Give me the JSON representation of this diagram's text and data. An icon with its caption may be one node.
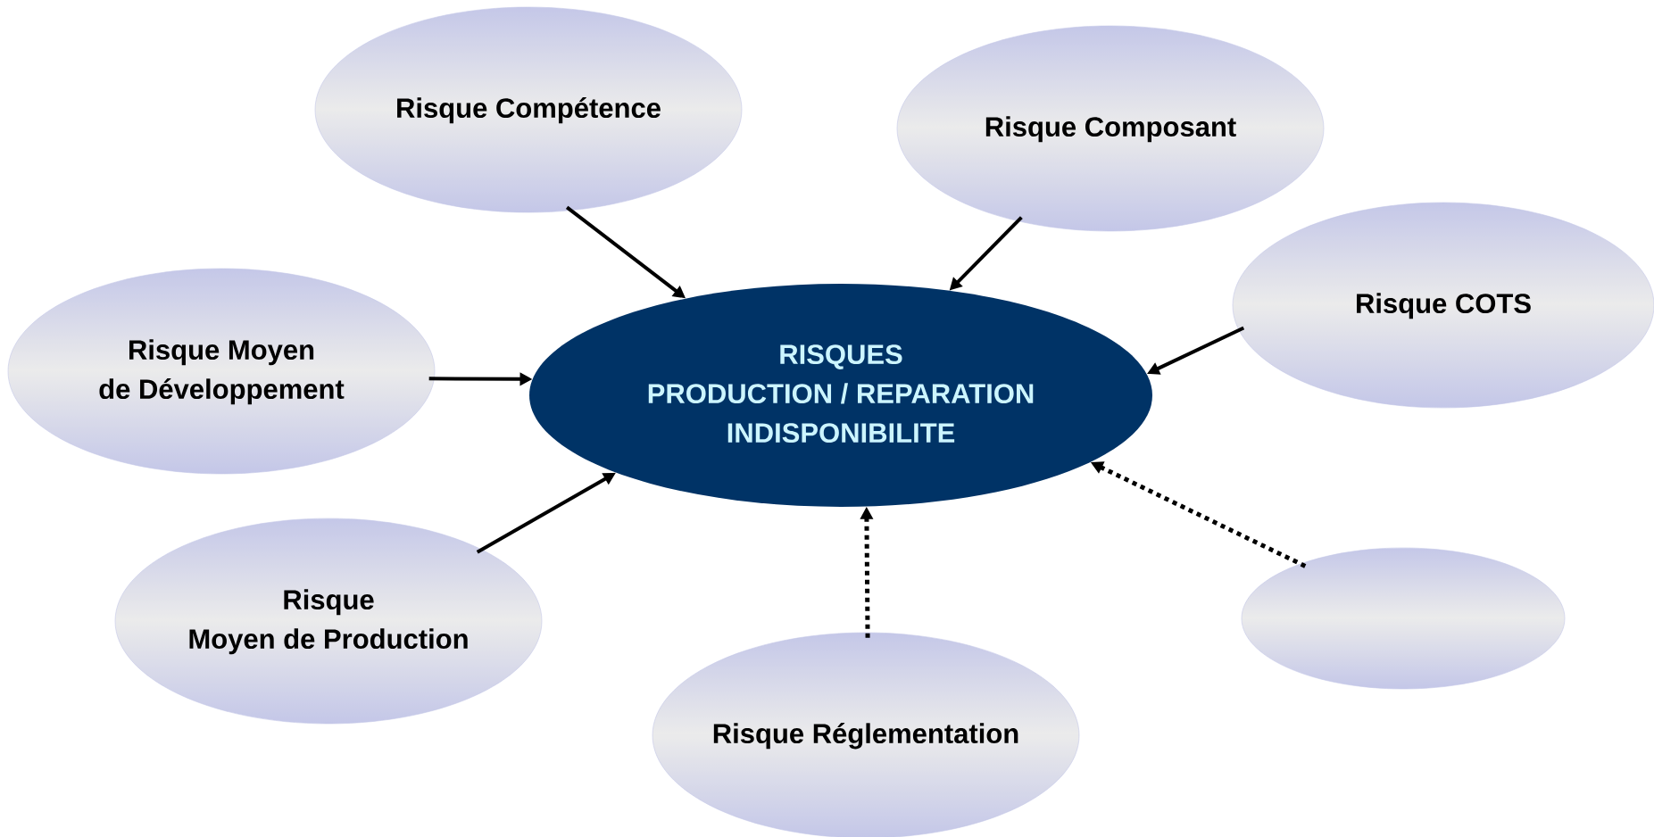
{
  "diagram": {
    "nodes": [
      {
        "text": [
          "Risque Compétence"
        ]
      },
      {
        "text": [
          "Risque Composant"
        ]
      },
      {
        "text": [
          "Risque COTS"
        ]
      },
      {
        "text": [
          "Risque Moyen",
          "de Développement"
        ]
      },
      {
        "text": [
          "RISQUES",
          "PRODUCTION / REPARATION",
          "INDISPONIBILITE"
        ]
      },
      {
        "text": [
          "Risque",
          "Moyen de Production"
        ]
      },
      {
        "text": [],
        "shape": "ellipse"
      },
      {
        "text": [
          "Risque Réglementation"
        ]
      }
    ],
    "edges": [
      {
        "from": 0,
        "to": 4,
        "arrow": "to"
      },
      {
        "from": 1,
        "to": 4,
        "arrow": "to"
      },
      {
        "from": 2,
        "to": 4,
        "arrow": "to"
      },
      {
        "from": 3,
        "to": 4,
        "arrow": "to"
      },
      {
        "from": 5,
        "to": 4,
        "arrow": "to"
      },
      {
        "from": 6,
        "to": 4,
        "arrow": "to",
        "style": "dashed"
      },
      {
        "from": 7,
        "to": 4,
        "arrow": "to",
        "style": "dashed"
      }
    ]
  }
}
